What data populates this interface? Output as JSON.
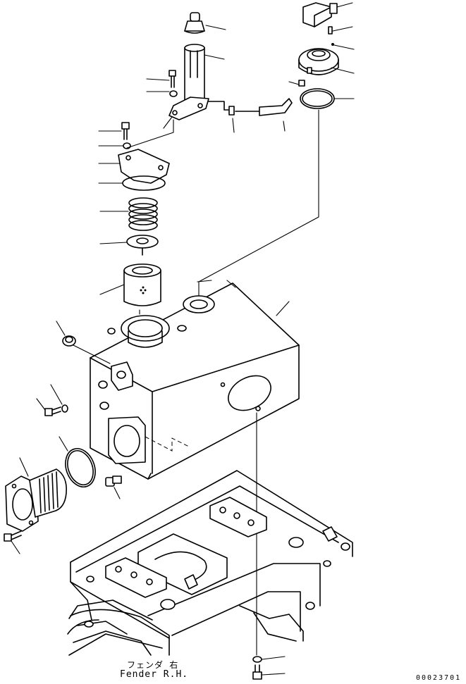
{
  "caption": {
    "line1": "フェンダ 右",
    "line2": "Fender R.H."
  },
  "drawing_number": "00023701",
  "leader_line_count": 33
}
